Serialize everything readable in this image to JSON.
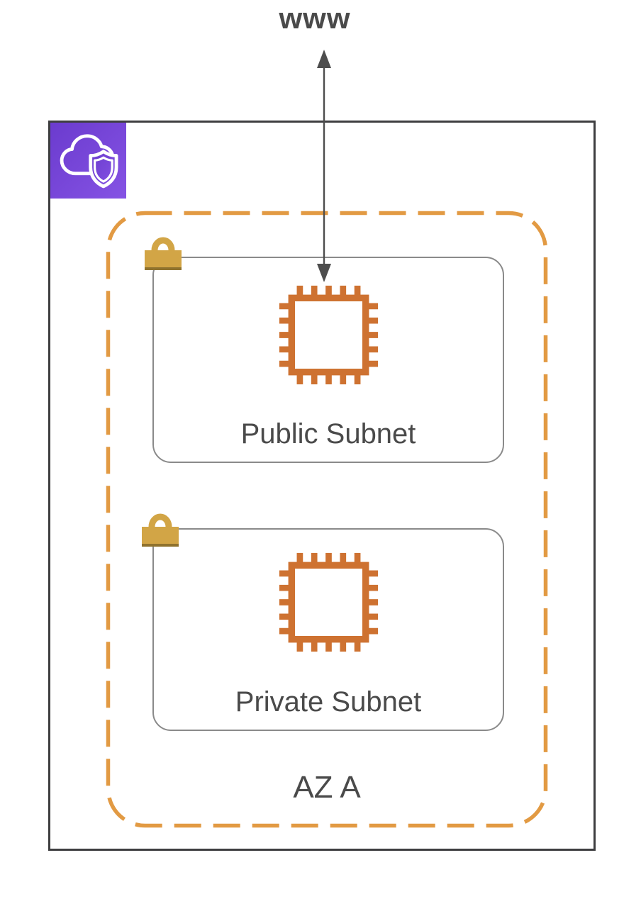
{
  "diagram": {
    "internet_label": "www",
    "az_label": "AZ A",
    "subnets": [
      {
        "label": "Public Subnet"
      },
      {
        "label": "Private Subnet"
      }
    ],
    "icons": {
      "vpc": "cloud-shield-icon",
      "subnet_lock": "lock-icon",
      "instance": "chip-icon",
      "connection": "double-arrow-icon"
    },
    "colors": {
      "az_border": "#e29a43",
      "instance_icon": "#ce7231",
      "lock_body": "#d2a546",
      "lock_shadow": "#8f722e",
      "vpc_icon_purple": "#7445d6",
      "outer_border": "#3e3e40",
      "subnet_border": "#8a8a8a",
      "text": "#4a4a4a"
    }
  }
}
